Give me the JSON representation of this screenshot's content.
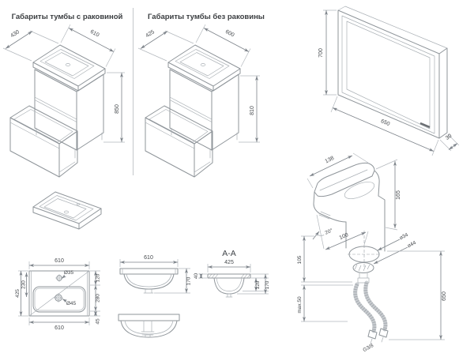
{
  "titles": {
    "with_sink": "Габариты тумбы с раковиной",
    "without_sink": "Габариты тумбы без раковины",
    "section": "A-A"
  },
  "cabinet_with_sink": {
    "depth": "430",
    "width": "610",
    "height": "850"
  },
  "cabinet_without_sink": {
    "depth": "425",
    "width": "600",
    "height": "810"
  },
  "mirror": {
    "height": "700",
    "width": "650",
    "depth": "30"
  },
  "sink_top": {
    "width_top": "610",
    "width_bottom": "610",
    "depth": "425",
    "center_offset": "230",
    "rim_back": "120",
    "basin": "280",
    "rim_front": "45",
    "faucet_hole": "Ø35",
    "drain": "Ø45"
  },
  "sink_front": {
    "width": "610",
    "height": "170"
  },
  "section": {
    "width": "425",
    "rim": "40",
    "depth_inner": "120",
    "height": "170"
  },
  "faucet": {
    "length": "138",
    "height": "165",
    "angle": "20°",
    "reach": "100",
    "spout_height": "105",
    "max_mount": "max.50",
    "dia_top": "ø34",
    "dia_bottom": "ø44",
    "hose": "650",
    "thread": "G3/8"
  }
}
